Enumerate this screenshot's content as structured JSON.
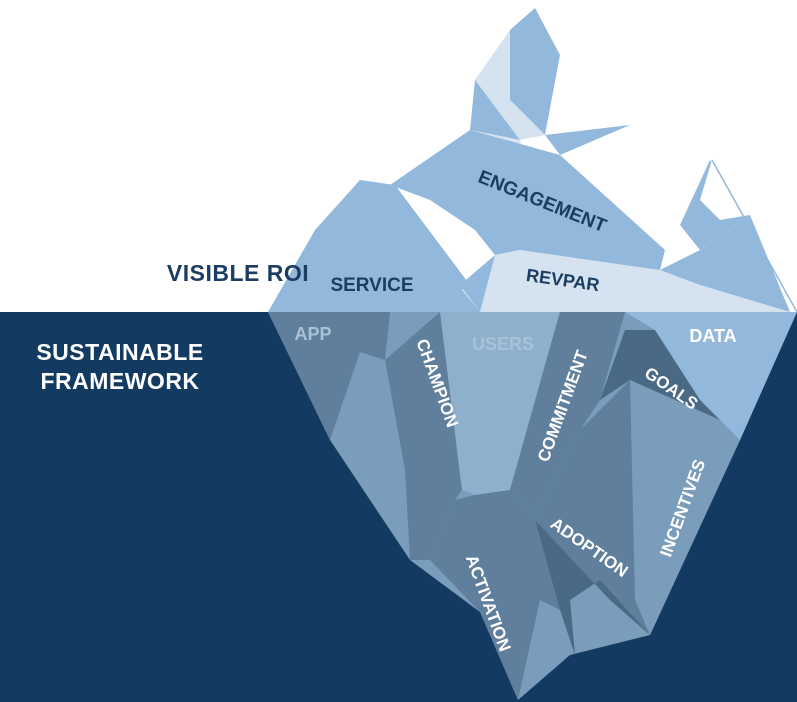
{
  "side_labels": {
    "above": "VISIBLE ROI",
    "below_line1": "SUSTAINABLE",
    "below_line2": "FRAMEWORK"
  },
  "above_labels": {
    "engagement": "ENGAGEMENT",
    "service": "SERVICE",
    "revpar": "REVPAR"
  },
  "below_labels": {
    "app": "APP",
    "users": "USERS",
    "data": "DATA",
    "champion": "CHAMPION",
    "commitment": "COMMITMENT",
    "goals": "GOALS",
    "incentives": "INCENTIVES",
    "adoption": "ADOPTION",
    "activation": "ACTIVATION"
  },
  "colors": {
    "sea": "#133b61",
    "ice_light": "#92b9db",
    "ice_pale": "#d5e2ef",
    "ice_under_light": "#7a9dbb",
    "ice_under_mid": "#5f7f9c",
    "ice_under_dark": "#4a6985",
    "text_dark": "#1c3d63",
    "text_faint": "#a9c2d8"
  }
}
